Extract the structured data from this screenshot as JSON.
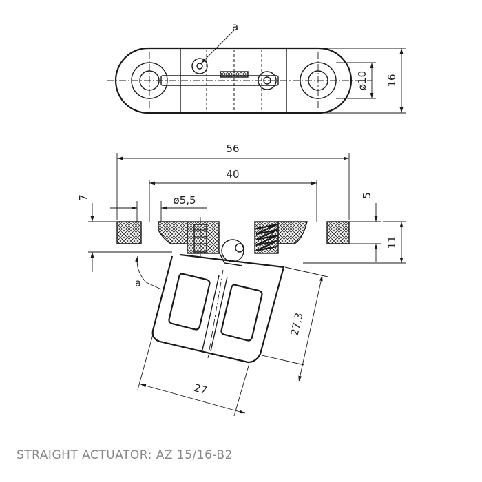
{
  "labels": {
    "callout_top": "a",
    "callout_side": "a",
    "dim_d10": "ø10",
    "dim_16": "16",
    "dim_56": "56",
    "dim_40": "40",
    "dim_7": "7",
    "dim_d55": "ø5,5",
    "dim_5": "5",
    "dim_11": "11",
    "dim_273": "27,3",
    "dim_27": "27"
  },
  "caption": "STRAIGHT ACTUATOR: AZ 15/16-B2"
}
